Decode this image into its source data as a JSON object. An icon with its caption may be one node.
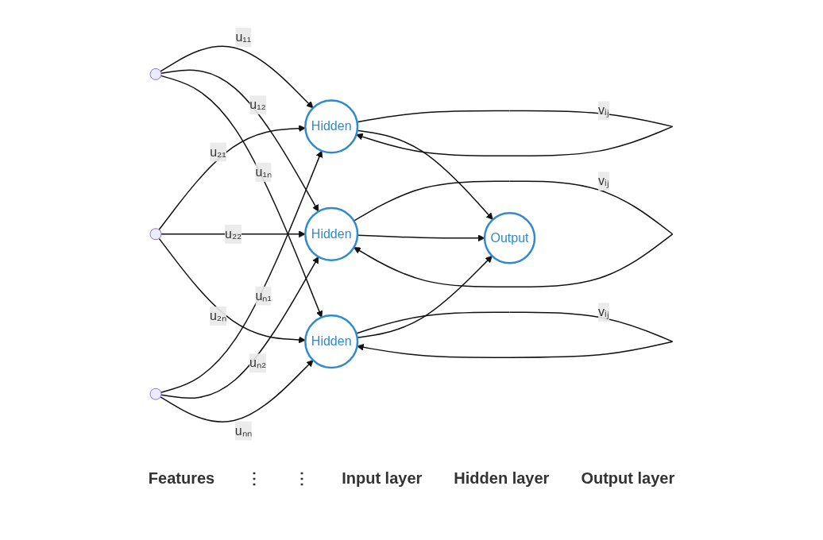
{
  "diagram": {
    "nodes": [
      {
        "text": [],
        "shape": "circle"
      },
      {
        "text": [],
        "shape": "circle"
      },
      {
        "text": [],
        "shape": "circle"
      },
      {
        "text": [
          "Hidden"
        ]
      },
      {
        "text": [
          "Hidden"
        ]
      },
      {
        "text": [
          "Hidden"
        ]
      },
      {
        "text": [
          "Output"
        ]
      }
    ],
    "edges": [
      {
        "from": 0,
        "to": 3,
        "arrow": "to",
        "label": "u₁₁"
      },
      {
        "from": 0,
        "to": 4,
        "arrow": "to",
        "label": "u₁₂"
      },
      {
        "from": 0,
        "to": 5,
        "arrow": "to",
        "label": "u₁ₙ"
      },
      {
        "from": 1,
        "to": 3,
        "arrow": "to",
        "label": "u₂₁"
      },
      {
        "from": 1,
        "to": 4,
        "arrow": "to",
        "label": "u₂₂"
      },
      {
        "from": 1,
        "to": 5,
        "arrow": "to",
        "label": "u₂ₙ"
      },
      {
        "from": 2,
        "to": 3,
        "arrow": "to",
        "label": "uₙ₁"
      },
      {
        "from": 2,
        "to": 4,
        "arrow": "to",
        "label": "uₙ₂"
      },
      {
        "from": 2,
        "to": 5,
        "arrow": "to",
        "label": "uₙₙ"
      },
      {
        "from": 3,
        "to": 3,
        "arrow": "to",
        "label": "vᵢⱼ"
      },
      {
        "from": 4,
        "to": 4,
        "arrow": "to",
        "label": "vᵢⱼ"
      },
      {
        "from": 5,
        "to": 5,
        "arrow": "to",
        "label": "vᵢⱼ"
      },
      {
        "from": 3,
        "to": 6,
        "arrow": "to"
      },
      {
        "from": 4,
        "to": 6,
        "arrow": "to"
      },
      {
        "from": 5,
        "to": 6,
        "arrow": "to"
      }
    ],
    "labels": [
      "Features",
      "⋮",
      "⋮",
      "Input layer",
      "Hidden layer",
      "Output layer"
    ]
  }
}
